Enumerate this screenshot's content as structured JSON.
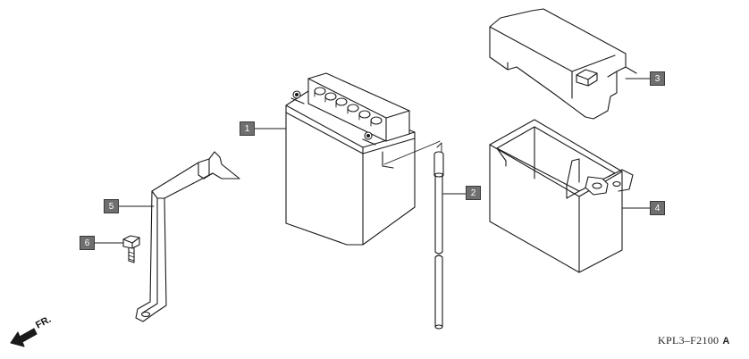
{
  "callouts": [
    {
      "label": "1",
      "part": "battery"
    },
    {
      "label": "2",
      "part": "breather-tube"
    },
    {
      "label": "3",
      "part": "battery-cover"
    },
    {
      "label": "4",
      "part": "battery-case"
    },
    {
      "label": "5",
      "part": "battery-holder-bracket"
    },
    {
      "label": "6",
      "part": "bolt"
    }
  ],
  "direction_label": "FR.",
  "figure_code": "KPL3–F2100",
  "figure_suffix": "A"
}
